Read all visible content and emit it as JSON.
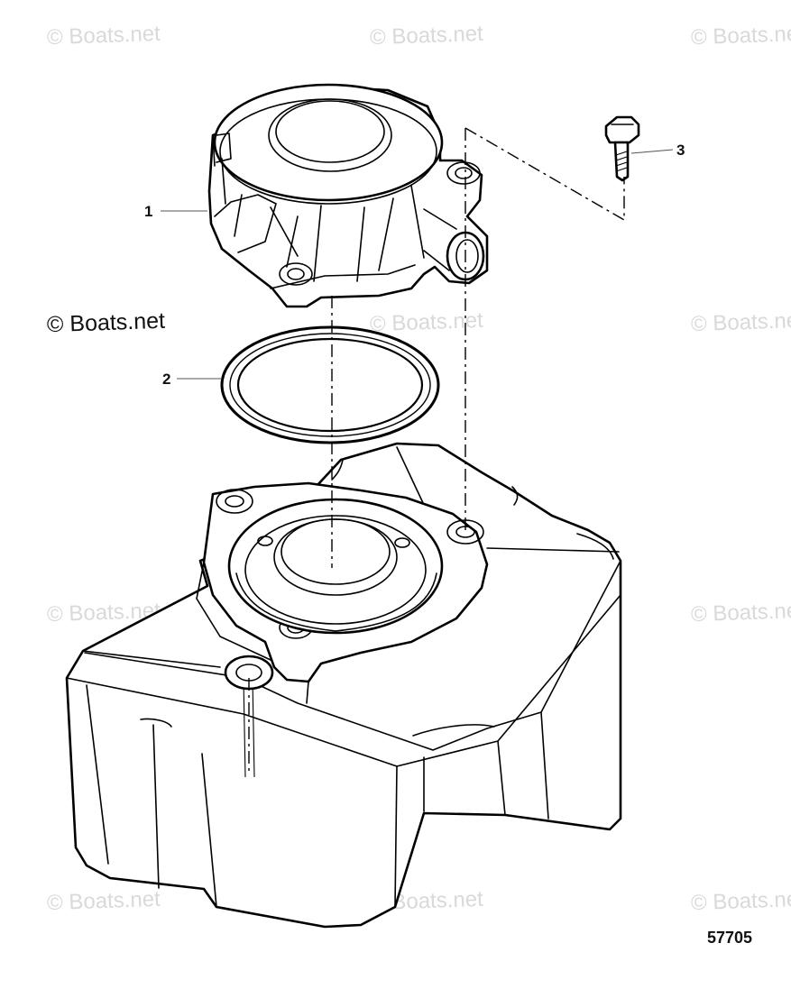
{
  "watermark_text": "© Boats.net",
  "callouts": [
    "1",
    "2",
    "3"
  ],
  "figure_number": "57705"
}
